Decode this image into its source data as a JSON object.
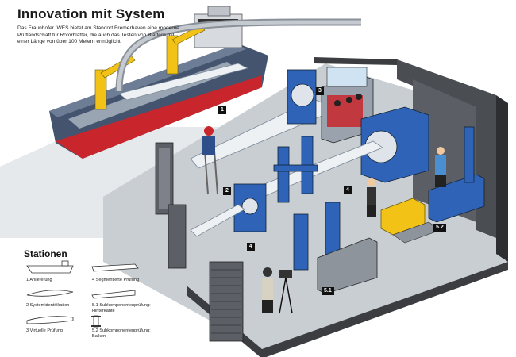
{
  "header": {
    "title": "Innovation mit System",
    "intro": "Das Fraunhofer IWES bietet am Standort Bremerhaven eine moderne Prüflandschaft für Rotorblätter, die auch das Testen von Blättern mit einer Länge von über 100 Metern ermöglicht."
  },
  "legend": {
    "title": "Stationen",
    "items": [
      {
        "label": "1 Anlieferung",
        "icon": "ship-icon"
      },
      {
        "label": "4 Segmentierte Prüfung",
        "icon": "blade-segment-icon"
      },
      {
        "label": "2 Systemidentifikation",
        "icon": "blade-profile-icon"
      },
      {
        "label": "5.1 Subkomponentenprüfung: Hinterkante",
        "icon": "trailing-edge-icon"
      },
      {
        "label": "3 Virtuelle Prüfung",
        "icon": "blade-outline-icon"
      },
      {
        "label": "5.2 Subkomponentenprüfung: Balken",
        "icon": "beam-icon"
      }
    ]
  },
  "stations": {
    "s1": "1",
    "s2": "2",
    "s3": "3",
    "s4a": "4",
    "s4b": "4",
    "s51": "5.1",
    "s52": "5.2"
  },
  "colors": {
    "floor": "#c9ced3",
    "wall": "#3b3d40",
    "machine_blue": "#2f63b8",
    "crane_yellow": "#f2c316",
    "ship_hull": "#44546e",
    "ship_red": "#c8262c"
  }
}
